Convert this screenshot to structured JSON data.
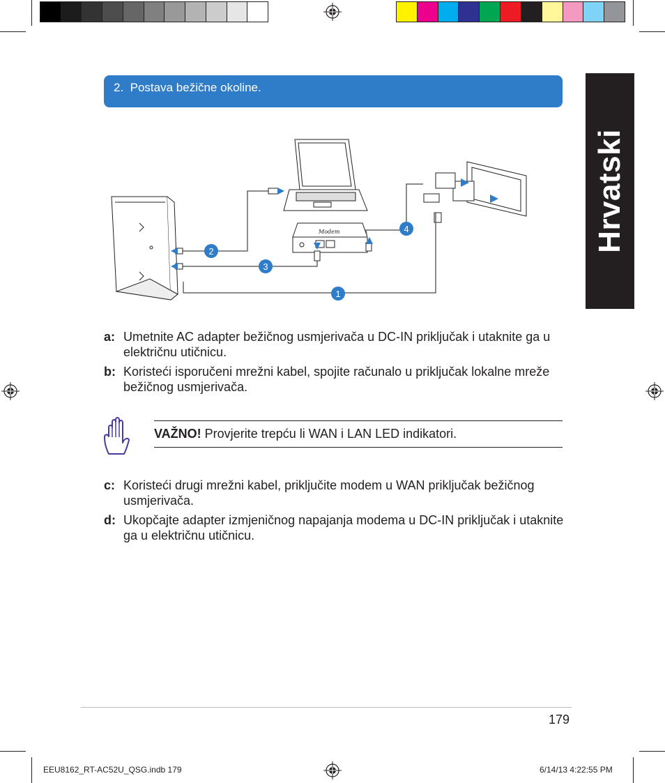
{
  "colors": {
    "banner": "#2f7cc8",
    "sidetab": "#231f20",
    "callout": "#2f7cc8",
    "icon_hand": "#4a3aa0"
  },
  "grayscale_swatches": [
    "#000000",
    "#1c1c1c",
    "#333333",
    "#4d4d4d",
    "#666666",
    "#808080",
    "#999999",
    "#b3b3b3",
    "#cccccc",
    "#e6e6e6",
    "#ffffff"
  ],
  "color_swatches": [
    "#fff200",
    "#ec008c",
    "#00aeef",
    "#2e3192",
    "#00a651",
    "#ed1c24",
    "#231f20",
    "#fff799",
    "#f49ac1",
    "#7fd3f7",
    "#939598"
  ],
  "section": {
    "number": "2.",
    "title": "Postava bežične okoline."
  },
  "side_tab": "Hrvatski",
  "diagram": {
    "modem_label": "Modem",
    "callouts": [
      "1",
      "2",
      "3",
      "4"
    ]
  },
  "steps_ab": [
    {
      "label": "a:",
      "text": "Umetnite AC adapter bežičnog usmjerivača u DC-IN priključak i utaknite ga u električnu utičnicu."
    },
    {
      "label": "b:",
      "text": "Koristeći isporučeni mrežni kabel, spojite računalo u priključak lokalne mreže bežičnog usmjerivača."
    }
  ],
  "note": {
    "icon": "hand-icon",
    "bold": "VAŽNO!",
    "text": " Provjerite trepću li WAN i LAN LED indikatori."
  },
  "steps_cd": [
    {
      "label": "c:",
      "text": "Koristeći drugi mrežni kabel, priključite modem u WAN priključak bežičnog usmjerivača."
    },
    {
      "label": "d:",
      "text": "Ukopčajte adapter izmjeničnog napajanja modema u DC-IN priključak i utaknite ga u električnu utičnicu."
    }
  ],
  "page_number": "179",
  "slug": {
    "file": "EEU8162_RT-AC52U_QSG.indb   179",
    "date": "6/14/13   4:22:55 PM"
  }
}
